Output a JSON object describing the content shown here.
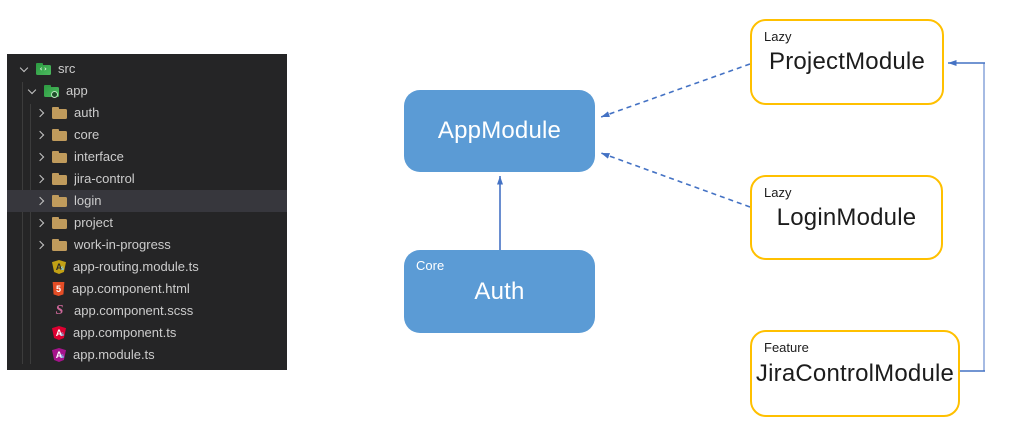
{
  "explorer": {
    "selected": "login",
    "rows": [
      {
        "label": "src",
        "depth": 0,
        "kind": "folder-open",
        "icon": "folder-src",
        "selected": false
      },
      {
        "label": "app",
        "depth": 1,
        "kind": "folder-open",
        "icon": "folder-app",
        "selected": false
      },
      {
        "label": "auth",
        "depth": 2,
        "kind": "folder",
        "icon": "folder",
        "selected": false
      },
      {
        "label": "core",
        "depth": 2,
        "kind": "folder",
        "icon": "folder",
        "selected": false
      },
      {
        "label": "interface",
        "depth": 2,
        "kind": "folder",
        "icon": "folder",
        "selected": false
      },
      {
        "label": "jira-control",
        "depth": 2,
        "kind": "folder",
        "icon": "folder",
        "selected": false
      },
      {
        "label": "login",
        "depth": 2,
        "kind": "folder",
        "icon": "folder",
        "selected": true
      },
      {
        "label": "project",
        "depth": 2,
        "kind": "folder",
        "icon": "folder",
        "selected": false
      },
      {
        "label": "work-in-progress",
        "depth": 2,
        "kind": "folder",
        "icon": "folder",
        "selected": false
      },
      {
        "label": "app-routing.module.ts",
        "depth": 2,
        "kind": "file",
        "icon": "angular-routing",
        "selected": false
      },
      {
        "label": "app.component.html",
        "depth": 2,
        "kind": "file",
        "icon": "html5",
        "selected": false
      },
      {
        "label": "app.component.scss",
        "depth": 2,
        "kind": "file",
        "icon": "sass",
        "selected": false
      },
      {
        "label": "app.component.ts",
        "depth": 2,
        "kind": "file",
        "icon": "angular-component",
        "selected": false
      },
      {
        "label": "app.module.ts",
        "depth": 2,
        "kind": "file",
        "icon": "angular-module",
        "selected": false
      }
    ]
  },
  "diagram": {
    "nodes": {
      "app_module": {
        "label": "AppModule",
        "badge": ""
      },
      "auth": {
        "label": "Auth",
        "badge": "Core"
      },
      "project_module": {
        "label": "ProjectModule",
        "badge": "Lazy"
      },
      "login_module": {
        "label": "LoginModule",
        "badge": "Lazy"
      },
      "jira_control_module": {
        "label": "JiraControlModule",
        "badge": "Feature"
      }
    },
    "edges": [
      {
        "from": "Auth",
        "to": "AppModule",
        "style": "solid-arrow"
      },
      {
        "from": "ProjectModule",
        "to": "AppModule",
        "style": "dashed-arrow"
      },
      {
        "from": "LoginModule",
        "to": "AppModule",
        "style": "dashed-arrow"
      },
      {
        "from": "JiraControlModule",
        "to": "ProjectModule",
        "style": "elbow-solid-arrow"
      }
    ],
    "colors": {
      "module_fill": "#5B9BD5",
      "lazy_border": "#FFC000",
      "connector": "#4472C4",
      "connector_light": "#8FAADC"
    }
  }
}
